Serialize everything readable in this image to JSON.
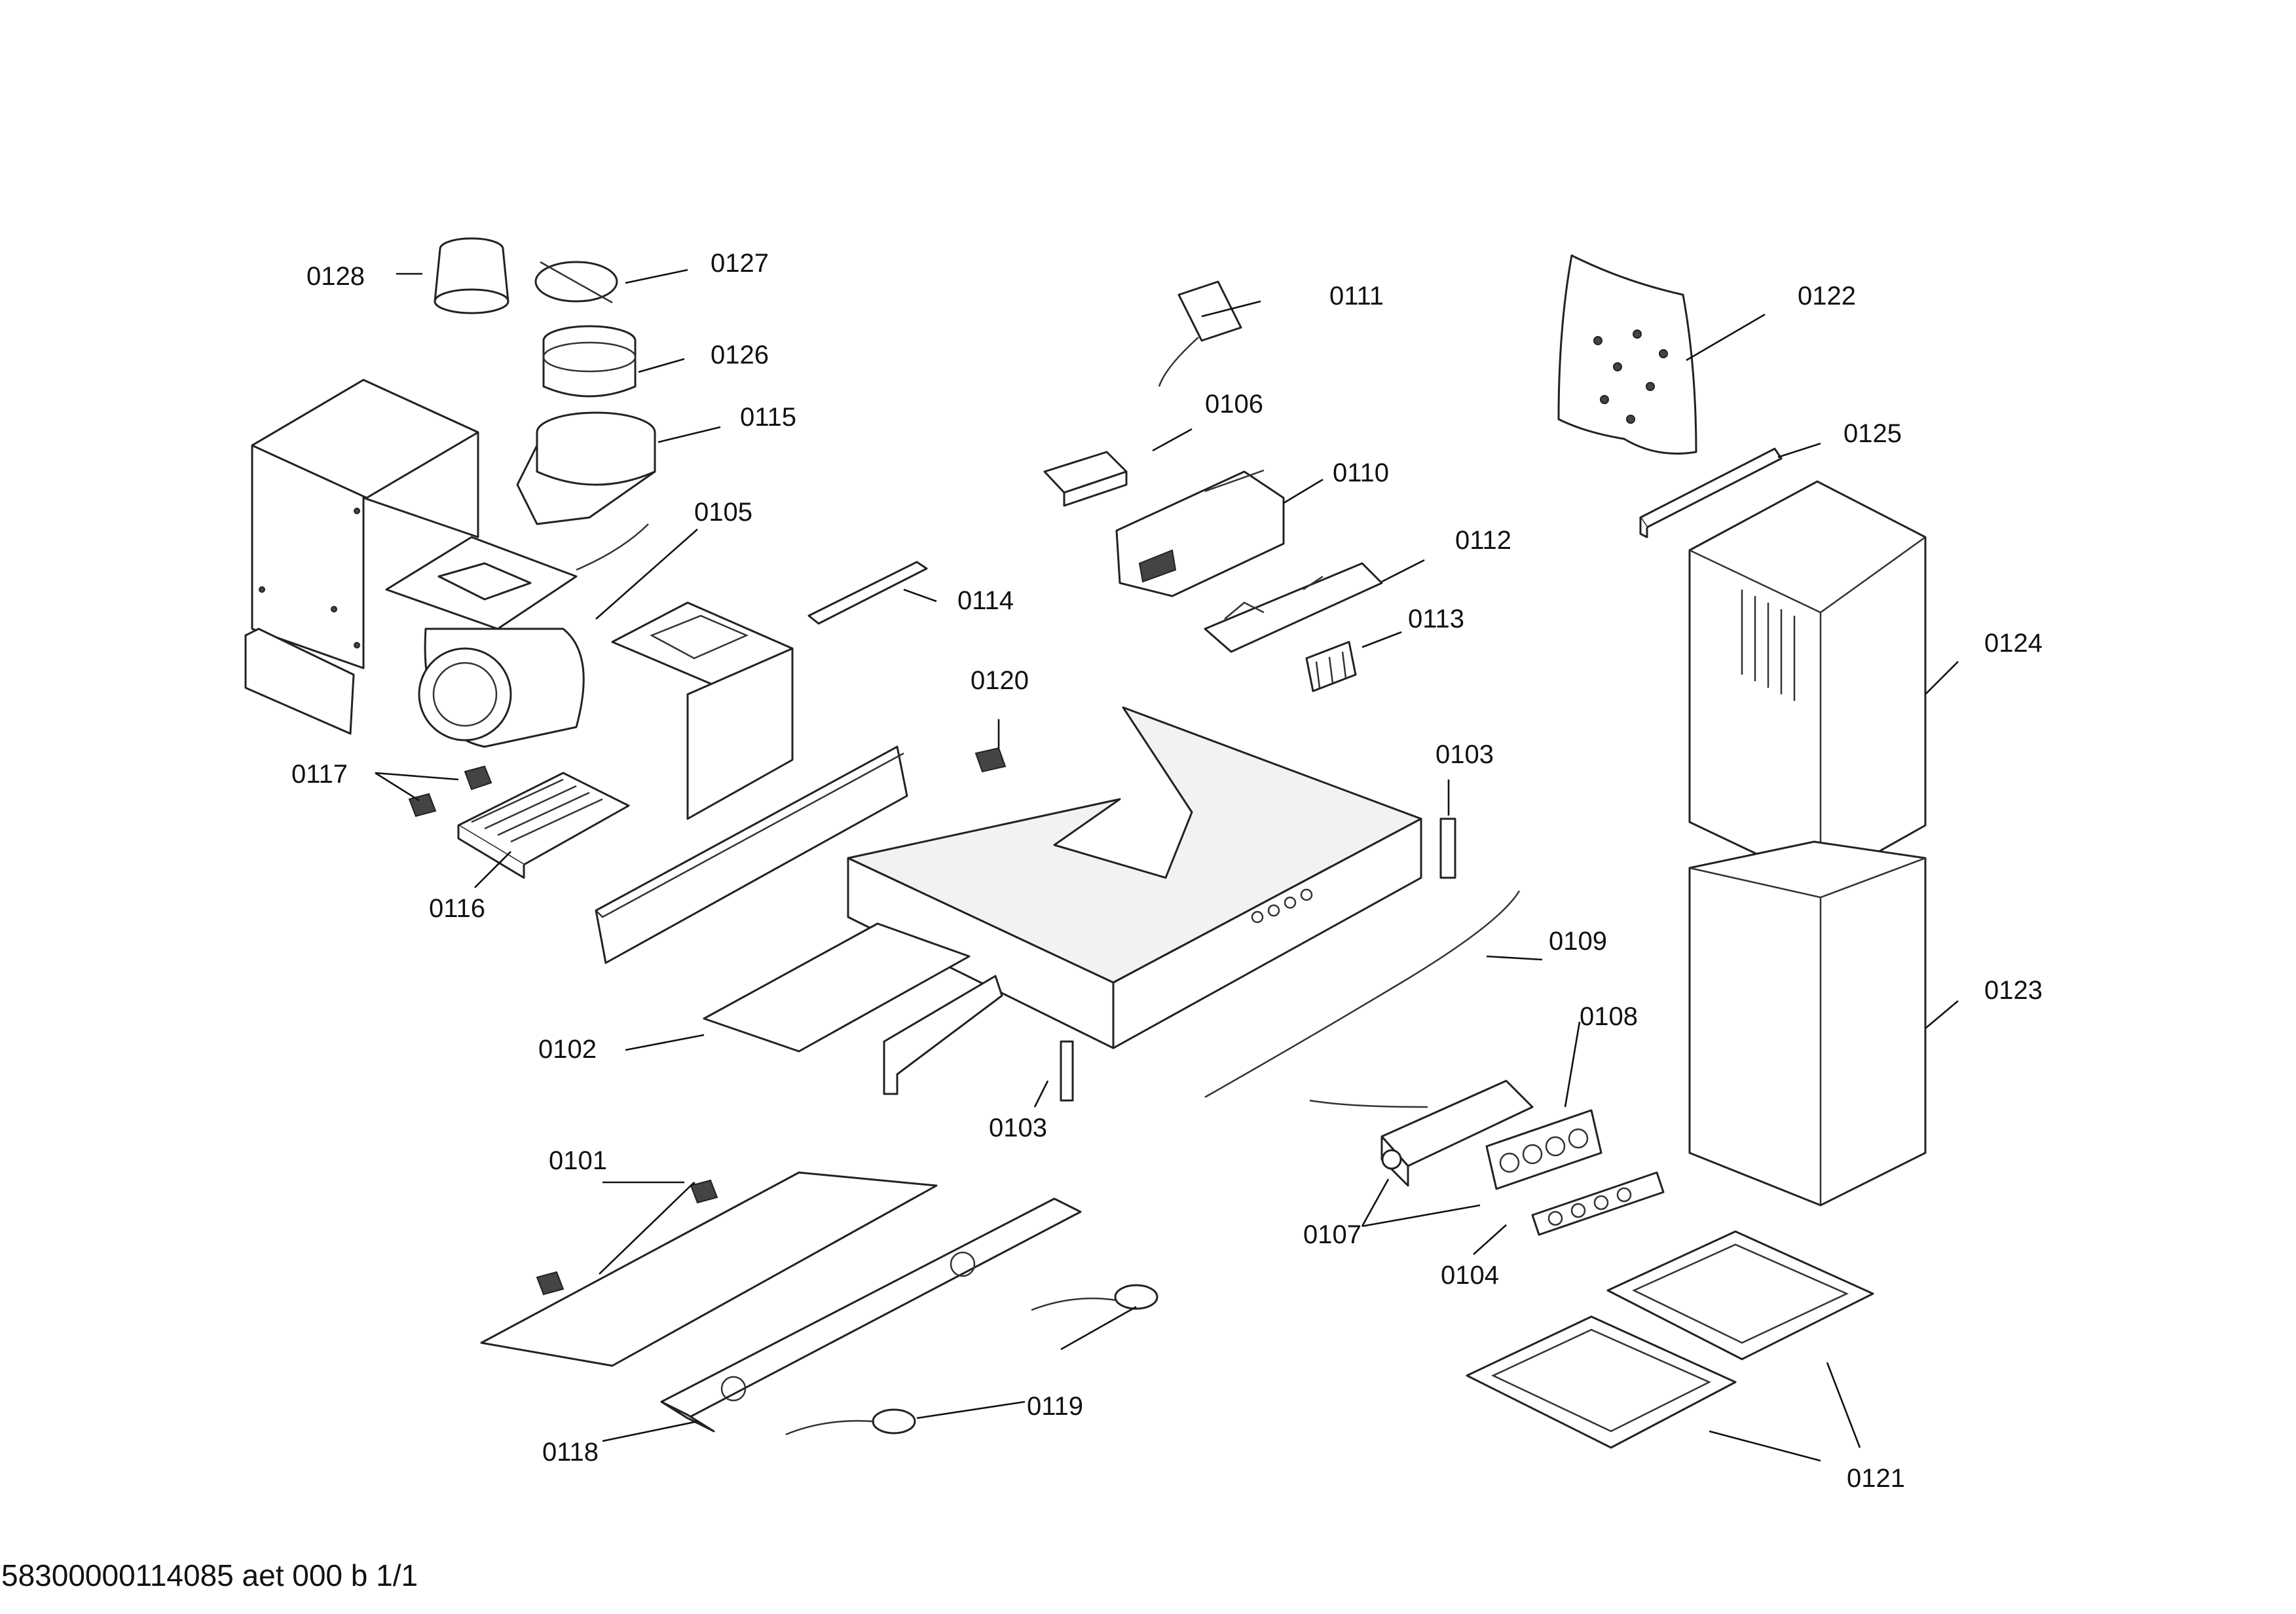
{
  "labels": {
    "p0101": "0101",
    "p0102": "0102",
    "p0103a": "0103",
    "p0103b": "0103",
    "p0104": "0104",
    "p0105": "0105",
    "p0106": "0106",
    "p0107": "0107",
    "p0108": "0108",
    "p0109": "0109",
    "p0110": "0110",
    "p0111": "0111",
    "p0112": "0112",
    "p0113": "0113",
    "p0114": "0114",
    "p0115": "0115",
    "p0116": "0116",
    "p0117": "0117",
    "p0118": "0118",
    "p0119": "0119",
    "p0120": "0120",
    "p0121": "0121",
    "p0122": "0122",
    "p0123": "0123",
    "p0124": "0124",
    "p0125": "0125",
    "p0126": "0126",
    "p0127": "0127",
    "p0128": "0128"
  },
  "footer": {
    "document_id": "58300000114085 aet 000 b 1/1"
  }
}
